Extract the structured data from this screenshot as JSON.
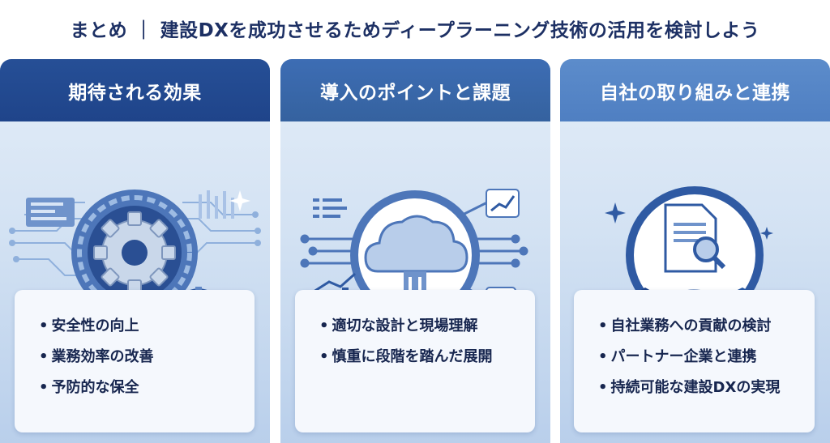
{
  "title": "まとめ ｜ 建設DXを成功させるためディープラーニング技術の活用を検討しよう",
  "cards": [
    {
      "heading": "期待される効果",
      "points": [
        "安全性の向上",
        "業務効率の改善",
        "予防的な保全"
      ],
      "icons": [
        "gear-icon",
        "hard-hat-icon",
        "circuit-lines-icon",
        "binary-code-icon",
        "sparkle-icon"
      ]
    },
    {
      "heading": "導入のポイントと課題",
      "points": [
        "適切な設計と現場理解",
        "慎重に段階を踏んだ展開"
      ],
      "icons": [
        "cloud-icon",
        "bar-chart-icon",
        "line-chart-icon",
        "database-icon",
        "list-icon"
      ]
    },
    {
      "heading": "自社の取り組みと連携",
      "points": [
        "自社業務への貢献の検討",
        "パートナー企業と連携",
        "持続可能な建設DXの実現"
      ],
      "icons": [
        "document-search-icon",
        "handshake-icon",
        "sparkle-icon"
      ]
    }
  ],
  "colors": {
    "title": "#1d3064",
    "header_1": "#1f448a",
    "header_2": "#35629f",
    "header_3": "#4f7fc2",
    "card_bg": "#d3e2f3"
  }
}
